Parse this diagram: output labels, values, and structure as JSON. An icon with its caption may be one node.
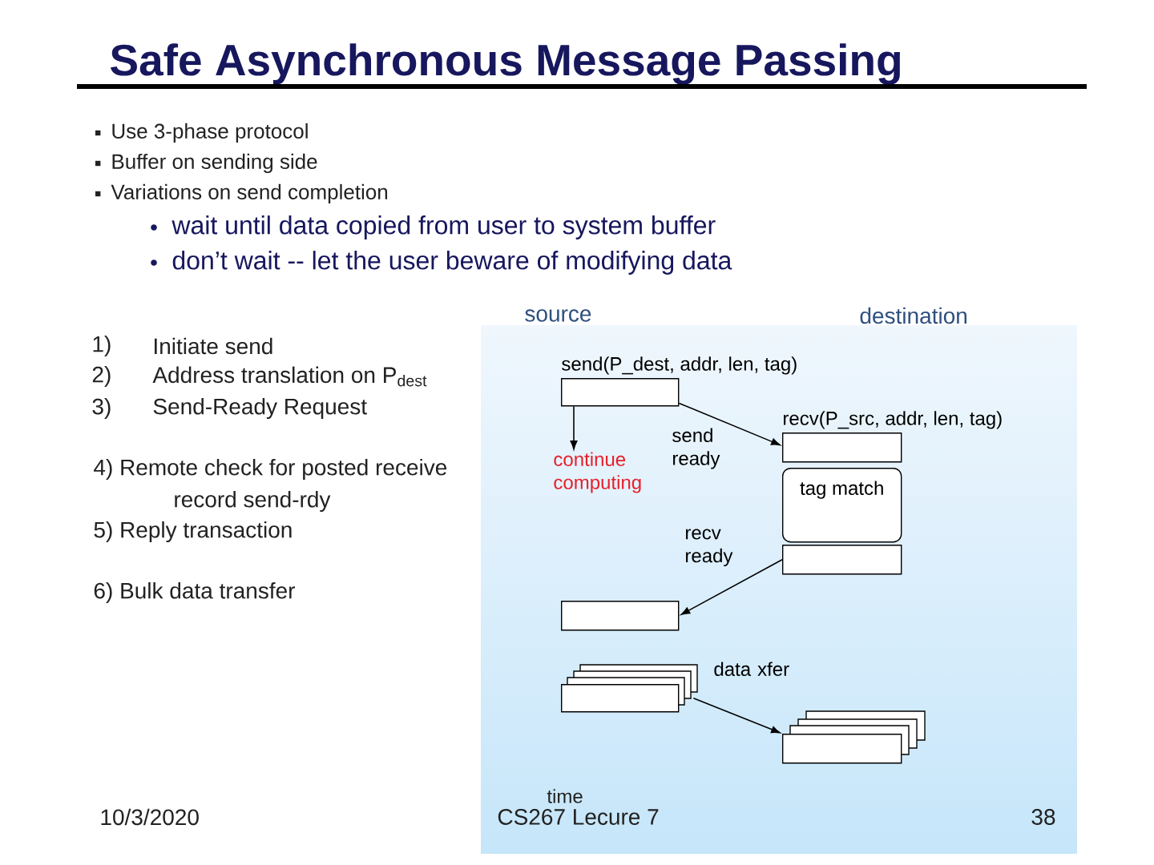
{
  "diagram": {
    "title": "Safe Asynchronous Message Passing",
    "nodes": [
      {
        "text": [
          "send(P_dest, addr, len, tag)"
        ]
      },
      {
        "text": [
          "continue computing"
        ]
      },
      {
        "text": [
          "recv(P_src, addr, len, tag)"
        ]
      },
      {
        "text": [
          "tag match"
        ]
      },
      {
        "text": [],
        "shape": "box"
      },
      {
        "text": [],
        "shape": "box"
      },
      {
        "text": [],
        "shape": "box"
      },
      {
        "text": [],
        "shape": "box"
      }
    ],
    "edges": [
      {
        "from": 0,
        "to": 1,
        "arrow": "to"
      },
      {
        "from": 0,
        "to": 2,
        "arrow": "to",
        "label": "send ready"
      },
      {
        "from": 4,
        "to": 5,
        "arrow": "to",
        "label": "recv ready"
      },
      {
        "from": 6,
        "to": 7,
        "arrow": "to",
        "label": "data xfer"
      }
    ],
    "labels": [
      "Use 3-phase protocol",
      "Buffer on sending side",
      "Variations on send completion",
      "wait until data copied from user to system buffer",
      "don’t wait -- let the user beware of modifying data",
      "source",
      "destination",
      "1)",
      "Initiate send",
      "2)",
      "Address translation on P$_{dest}$",
      "3)",
      "Send-Ready Request",
      "4) Remote check for posted receive",
      "record send-rdy",
      "5) Reply transaction",
      "6) Bulk data transfer",
      "time",
      "10/3/2020",
      "CS267 Lecure 7",
      "38"
    ]
  }
}
